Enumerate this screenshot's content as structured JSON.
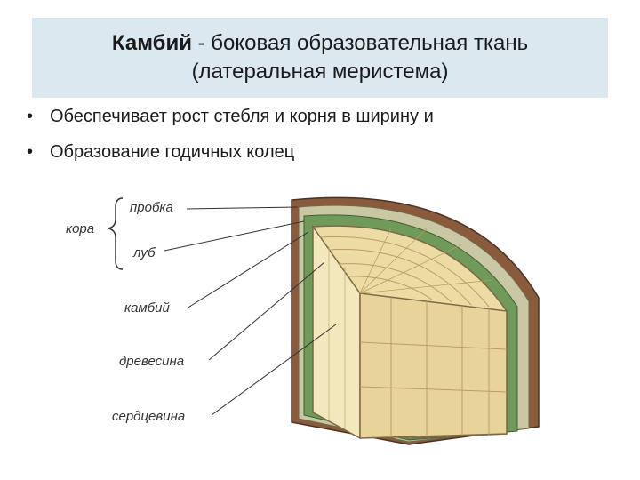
{
  "title": {
    "term": "Камбий",
    "rest": " - боковая образовательная ткань",
    "line2": "(латеральная меристема)"
  },
  "bullets": [
    "Обеспечивает рост стебля и корня в ширину и",
    "Образование годичных колец"
  ],
  "diagram": {
    "labels": {
      "group": "кора",
      "cork": "пробка",
      "bast": "луб",
      "cambium": "камбий",
      "wood": "древесина",
      "pith": "сердцевина"
    },
    "colors": {
      "bark": "#8a5a3c",
      "bast": "#c9c7a4",
      "cambium": "#6f9a5a",
      "wood": "#ecdca4",
      "wood_lines": "#b99e66"
    }
  }
}
